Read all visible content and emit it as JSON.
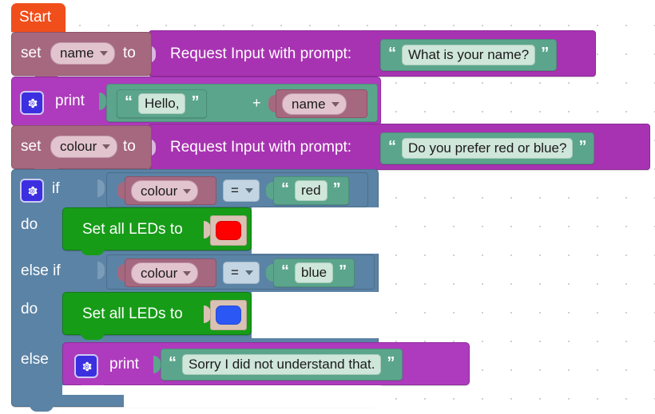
{
  "workspace": {
    "title": "Blockly Workspace",
    "grid": {
      "spacing": 36,
      "dot_color": "#d0cdd4"
    },
    "background": "#ffffff"
  },
  "palette": {
    "start": "#f04e1b",
    "variables": "#a5687f",
    "io": "#a833b2",
    "print": "#ae3bbd",
    "text": "#5ba58c",
    "logic": "#5b83a5",
    "leds": "#179c18",
    "colour_socket": "#d9c2b4",
    "gear": "#3b2fe0"
  },
  "blocks": {
    "start": {
      "label": "Start",
      "icon": "start-hat"
    },
    "set_name": {
      "set_label": "set",
      "variable": "name",
      "to_label": "to",
      "dropdown_icon": "chevron-down-icon"
    },
    "request_input_name": {
      "label": "Request Input with prompt:",
      "prompt": "What is your name?"
    },
    "print_hello": {
      "gear_icon": "gear-icon",
      "label": "print",
      "join": {
        "operator": "+",
        "text": "Hello, ",
        "variable": "name"
      }
    },
    "set_colour": {
      "set_label": "set",
      "variable": "colour",
      "to_label": "to",
      "dropdown_icon": "chevron-down-icon"
    },
    "request_input_colour": {
      "label": "Request Input with prompt:",
      "prompt": "Do you prefer red or blue?"
    },
    "if_block": {
      "gear_icon": "gear-icon",
      "if_label": "if",
      "do_label_1": "do",
      "elseif_label": "else if",
      "do_label_2": "do",
      "else_label": "else",
      "condition_1": {
        "variable": "colour",
        "operator": "=",
        "value": "red"
      },
      "condition_2": {
        "variable": "colour",
        "operator": "=",
        "value": "blue"
      },
      "led_1": {
        "label": "Set all LEDs to",
        "colour": "#ff0000",
        "colour_name": "red"
      },
      "led_2": {
        "label": "Set all LEDs to",
        "colour": "#2b57f5",
        "colour_name": "blue"
      },
      "else_print": {
        "gear_icon": "gear-icon",
        "label": "print",
        "text": "Sorry I did not understand that."
      }
    }
  },
  "glyphs": {
    "open_quote": "“",
    "close_quote": "”"
  }
}
